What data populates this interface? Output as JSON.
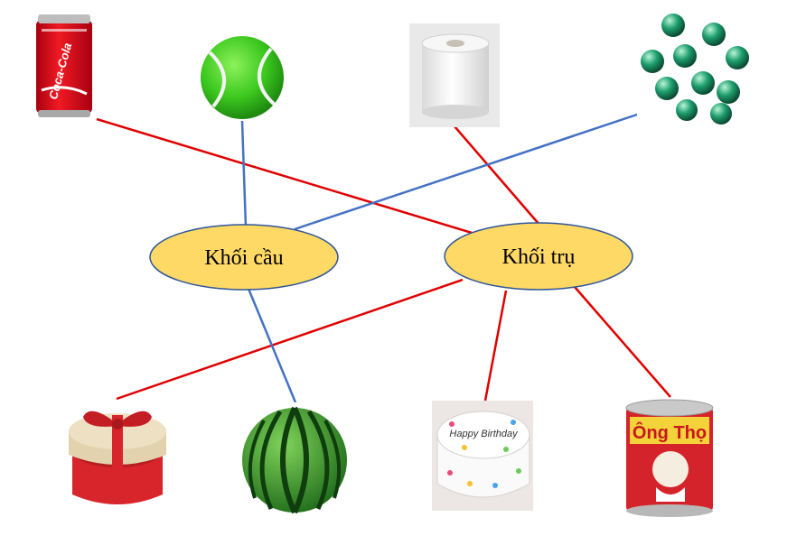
{
  "nodes": {
    "sphere": {
      "label": "Khối cầu"
    },
    "cylinder": {
      "label": "Khối trụ"
    }
  },
  "items": {
    "cola_can": {
      "brand": "Coca-Cola"
    },
    "gift_box": {},
    "cake": {
      "text": "Happy Birthday"
    },
    "milk_can": {
      "brand": "Ông Thọ"
    }
  },
  "colors": {
    "sphere_links": "#4472C4",
    "cylinder_links": "#E00000",
    "ellipse_fill": "#FFD966",
    "ellipse_stroke": "#2F5597"
  }
}
